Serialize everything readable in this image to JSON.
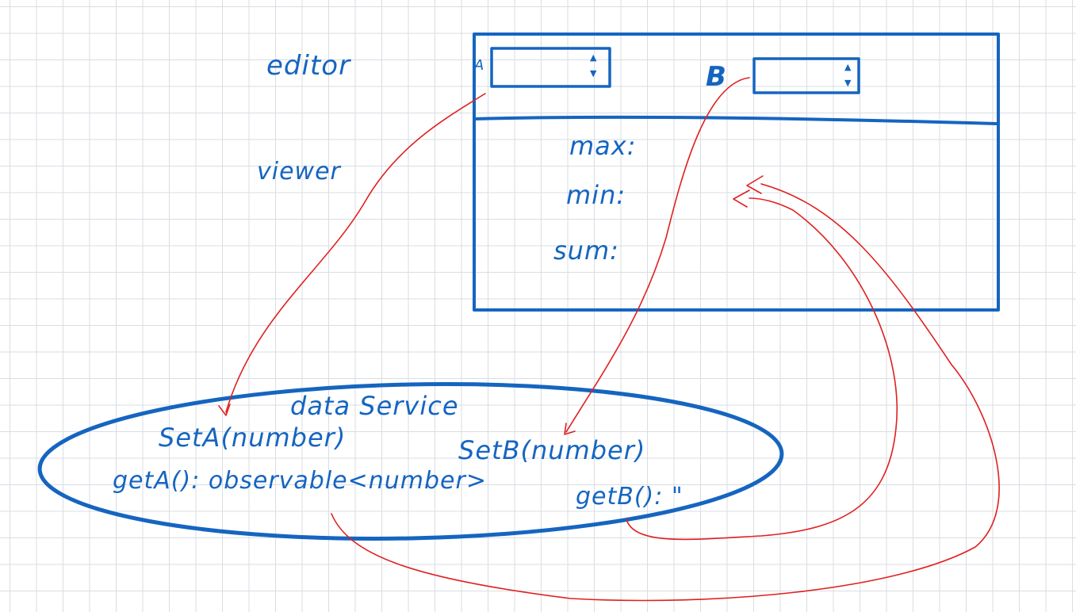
{
  "labels": {
    "editor": "editor",
    "viewer": "viewer",
    "field_a": "A",
    "field_b": "B",
    "max": "max:",
    "min": "min:",
    "sum": "sum:"
  },
  "service": {
    "title": "data Service",
    "set_a": "SetA(number)",
    "set_b": "SetB(number)",
    "get_a": "getA(): observable<number>",
    "get_b": "getB(): \""
  },
  "spin_glyphs": {
    "up": "▲",
    "down": "▼"
  },
  "colors": {
    "ink_blue": "#1565c0",
    "ink_red": "#e02020",
    "grid": "#d9dde3"
  }
}
